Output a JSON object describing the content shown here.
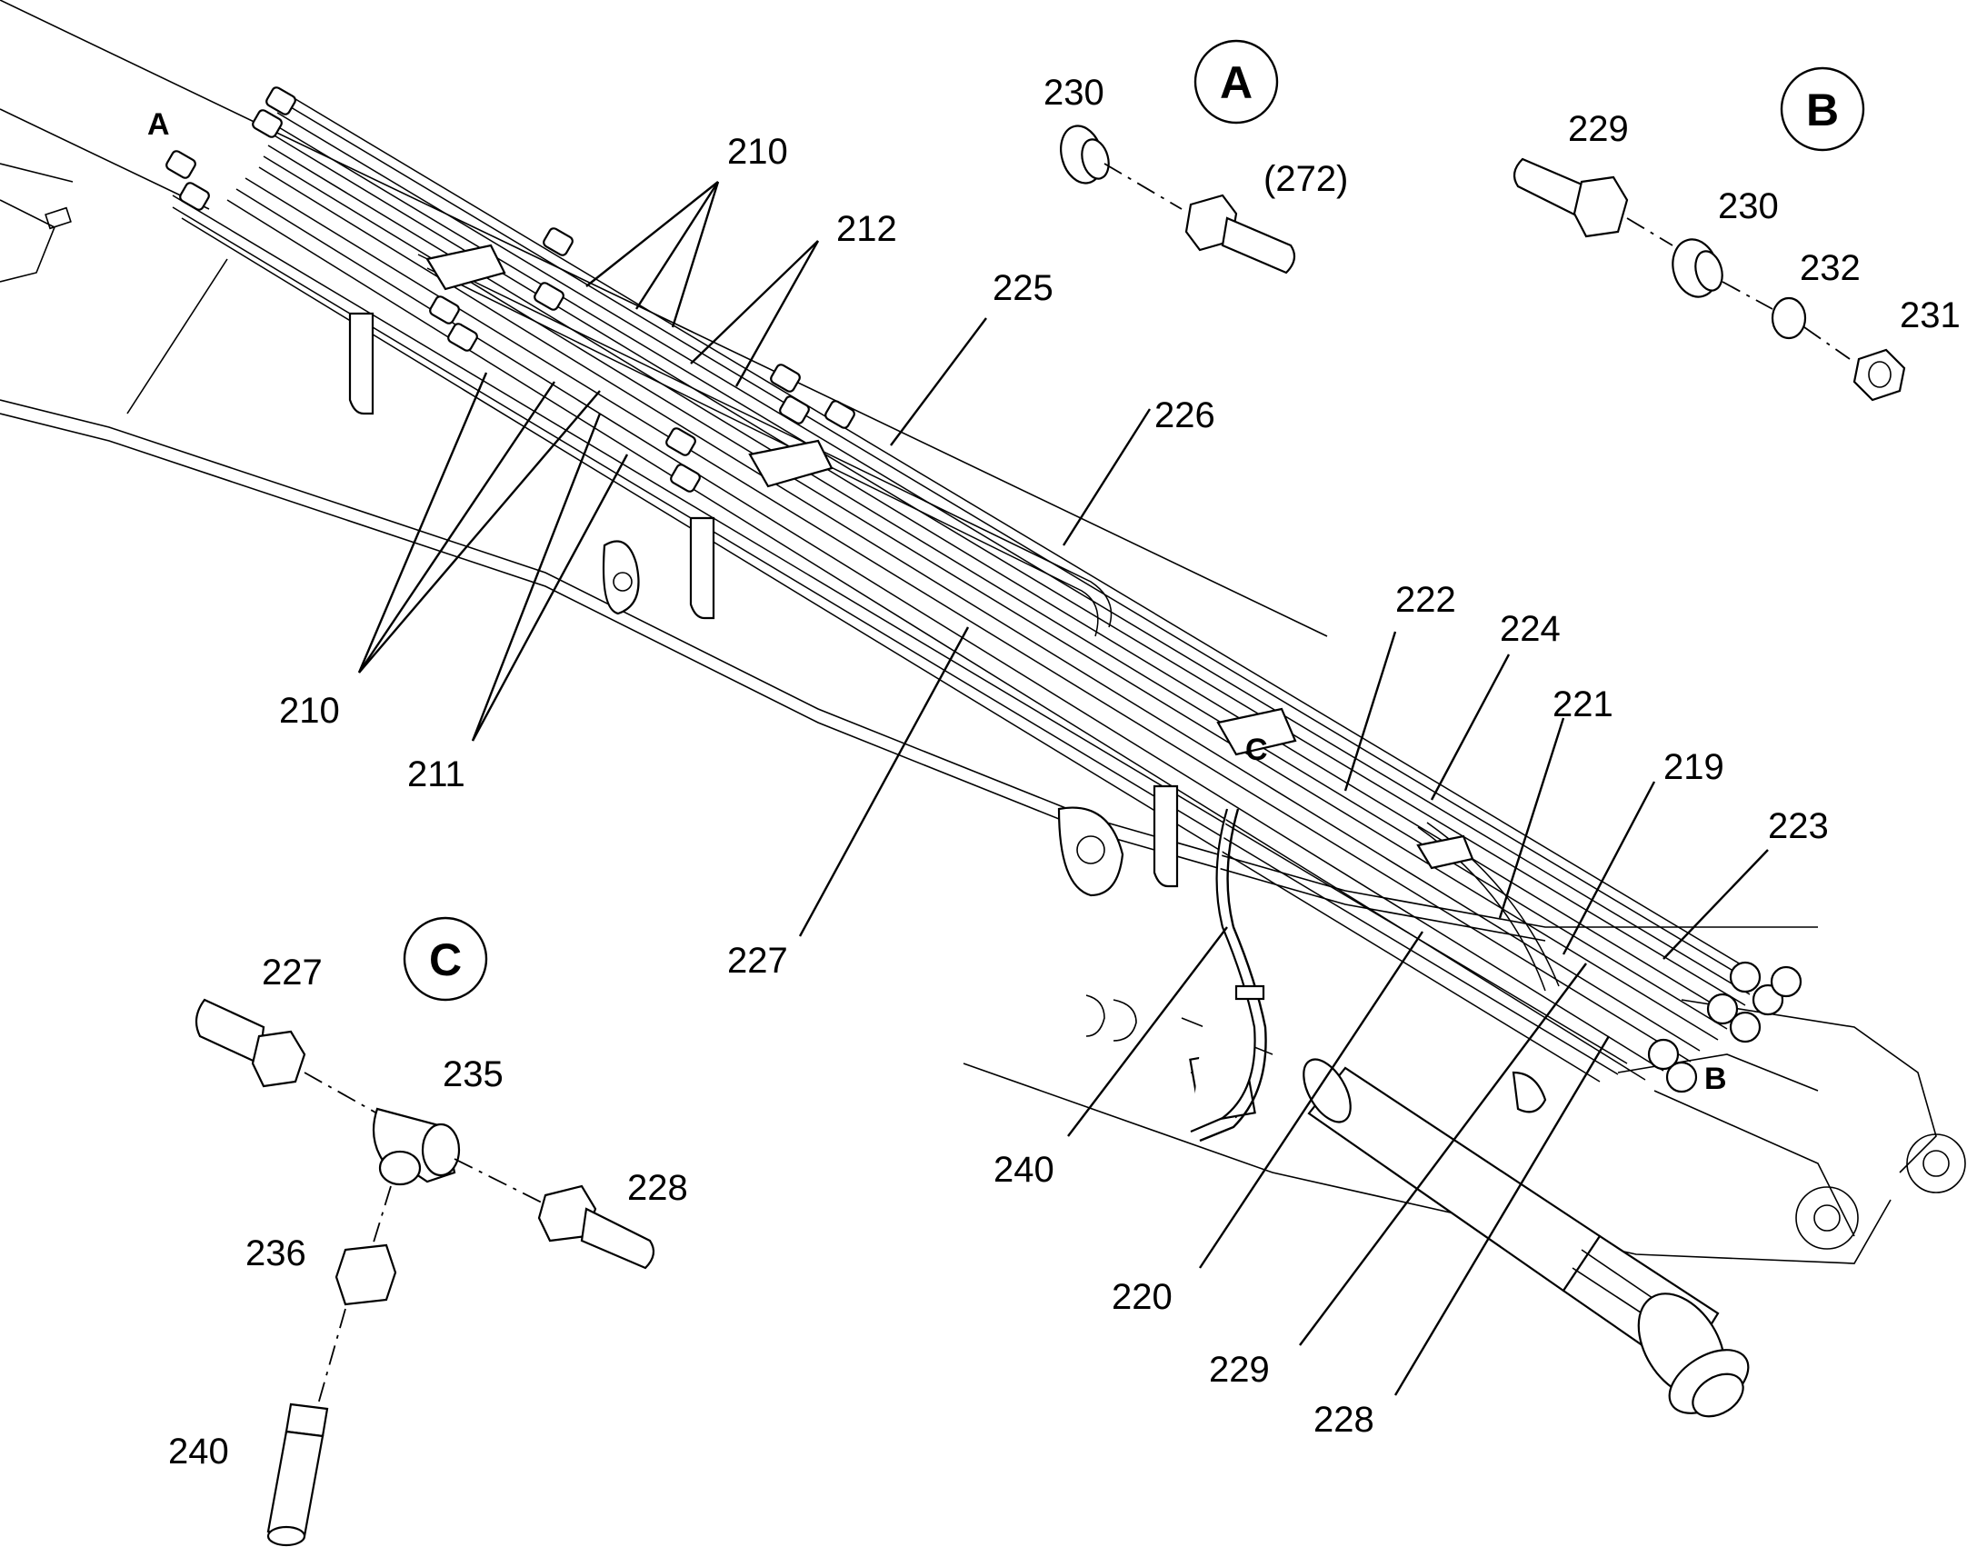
{
  "detail_markers": {
    "A": "A",
    "B": "B",
    "C": "C"
  },
  "view_letters": {
    "A": "A",
    "B": "B",
    "C": "C"
  },
  "callouts": {
    "n210_top": "210",
    "n210_bottom": "210",
    "n211": "211",
    "n212": "212",
    "n225": "225",
    "n226": "226",
    "n227_main": "227",
    "n222": "222",
    "n224": "224",
    "n221": "221",
    "n219": "219",
    "n223": "223",
    "n240_main": "240",
    "n220": "220",
    "n229_main": "229",
    "n228_main": "228"
  },
  "detail_a": {
    "n230": "230",
    "n272": "(272)"
  },
  "detail_b": {
    "n229": "229",
    "n230": "230",
    "n232": "232",
    "n231": "231"
  },
  "detail_c": {
    "n227": "227",
    "n235": "235",
    "n228": "228",
    "n236": "236",
    "n240": "240"
  }
}
